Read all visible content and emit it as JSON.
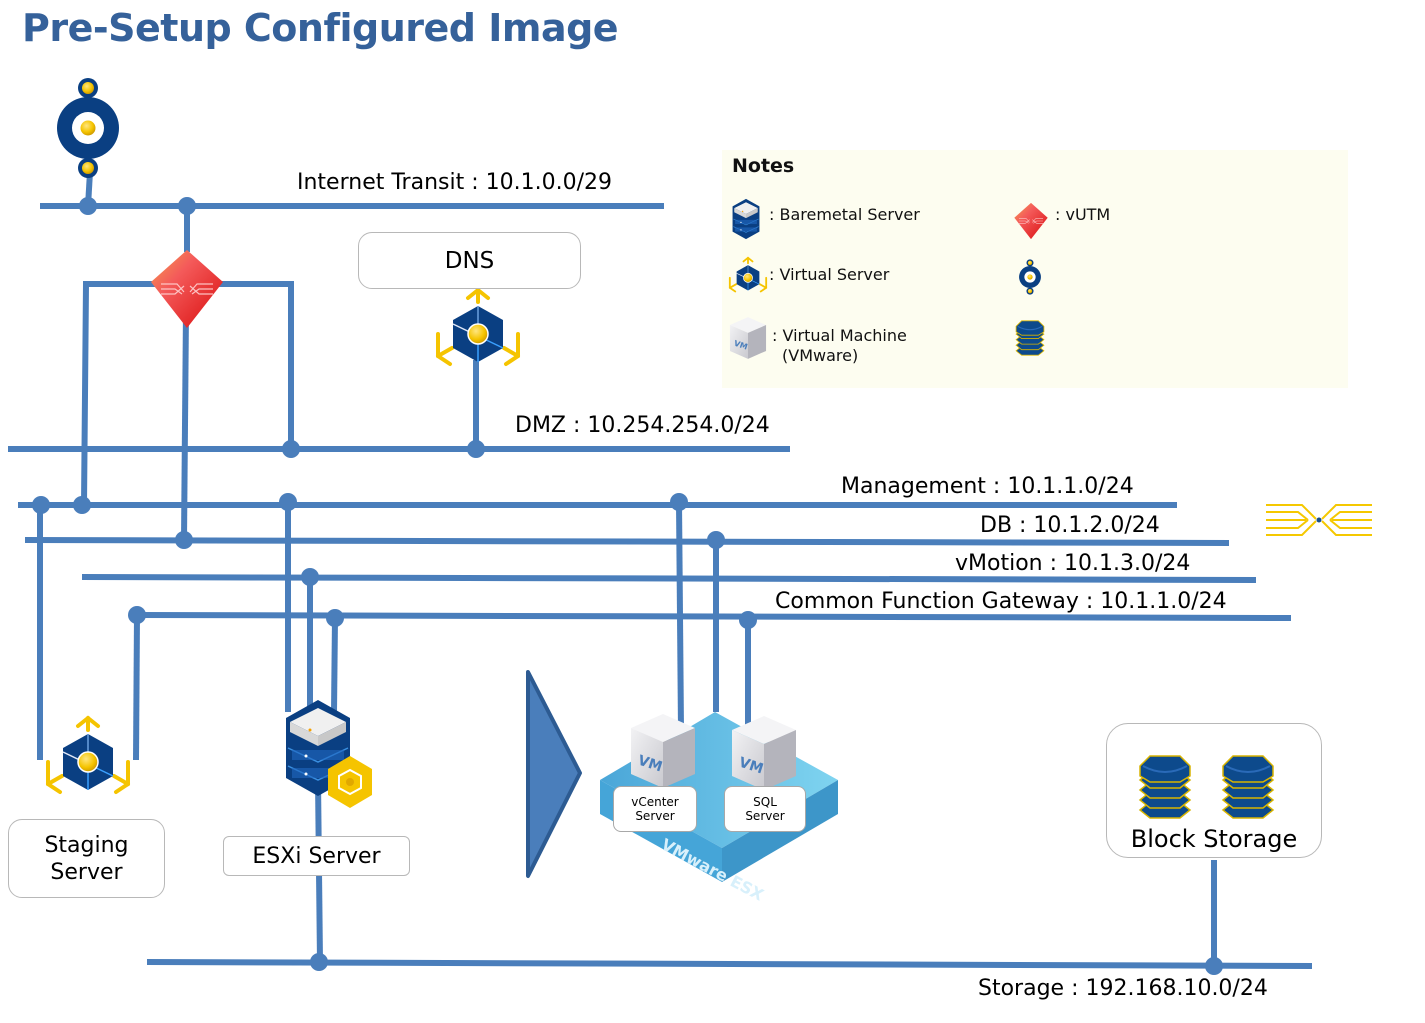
{
  "title": "Pre-Setup Configured Image",
  "networks": {
    "internet_transit": "Internet Transit : 10.1.0.0/29",
    "dmz": "DMZ : 10.254.254.0/24",
    "management": "Management : 10.1.1.0/24",
    "db": "DB : 10.1.2.0/24",
    "vmotion": "vMotion : 10.1.3.0/24",
    "common_function_gateway": "Common Function Gateway : 10.1.1.0/24",
    "storage": "Storage : 192.168.10.0/24"
  },
  "nodes": {
    "dns": "DNS",
    "staging_server": [
      "Staging",
      "Server"
    ],
    "esxi_server": "ESXi Server",
    "vcenter_server": [
      "vCenter",
      "Server"
    ],
    "sql_server": [
      "SQL",
      "Server"
    ],
    "block_storage": "Block Storage",
    "esx_platform_text": "VMware ESX"
  },
  "icons": {
    "internet_gateway": "internet-gateway-icon",
    "vutm": "vutm-firewall-icon",
    "virtual_server": "virtual-server-icon",
    "baremetal_server": "baremetal-server-icon",
    "virtual_machine": "vmware-vm-icon",
    "storage": "block-storage-icon",
    "switch": "switch-icon",
    "arrow": "right-arrow-icon"
  },
  "notes": {
    "title": "Notes",
    "items": [
      {
        "icon": "baremetal-server-icon",
        "label": ": Baremetal Server"
      },
      {
        "icon": "vutm-firewall-icon",
        "label": ": vUTM"
      },
      {
        "icon": "virtual-server-icon",
        "label": ": Virtual Server"
      },
      {
        "icon": "internet-gateway-icon",
        "label": ""
      },
      {
        "icon": "vmware-vm-icon",
        "label": ": Virtual Machine"
      },
      {
        "icon": "vmware-vm-icon",
        "label_line2": "(VMware)"
      },
      {
        "icon": "block-storage-icon",
        "label": ""
      }
    ],
    "virtual_machine_line1": ": Virtual Machine",
    "virtual_machine_line2": "(VMware)"
  },
  "colors": {
    "network_line": "#4a7ebb",
    "title": "#35619a",
    "dark_blue": "#0d4a8c",
    "gold": "#f5c400",
    "vutm_red": "#e02020",
    "esx_blue": "#4aaedb",
    "notes_bg": "#fdfdf0"
  }
}
